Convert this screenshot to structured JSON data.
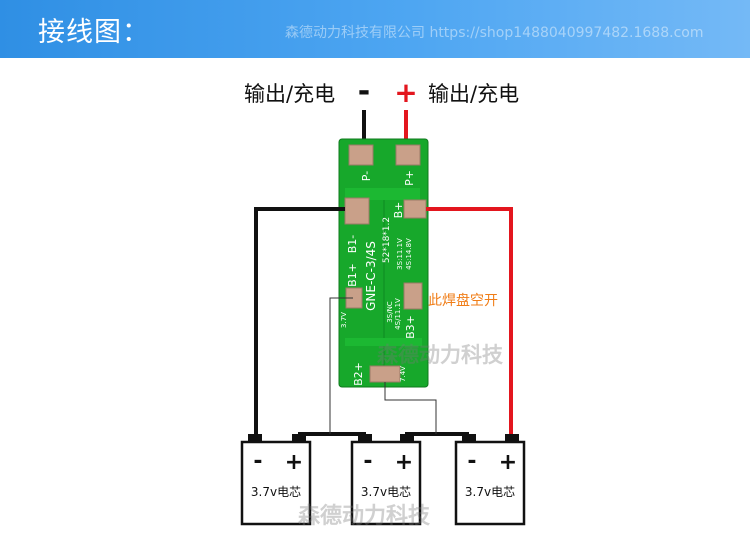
{
  "header": {
    "title": "接线图：",
    "watermark": "森德动力科技有限公司 https://shop1488040997482.1688.com"
  },
  "terminals": {
    "negative_label": "输出/充电",
    "negative_sign": "-",
    "positive_sign": "+",
    "positive_label": "输出/充电"
  },
  "board": {
    "model": "GNE-C-3/4S",
    "size": "52*18*1.2",
    "pad_p_minus": "P-",
    "pad_p_plus": "P+",
    "pad_b_minus": "B1-",
    "pad_b_plus": "B+",
    "pad_b1_plus": "B1+",
    "pad_b2_plus": "B2+",
    "pad_b3_plus": "B3+",
    "spec_3s": "3S:11.1V",
    "spec_4s": "4S:14.8V",
    "note_3s_nc": "3S/NC",
    "note_4s": "4S/11.1V",
    "volt_3v7": "3.7V",
    "volt_7v4": "7.4V"
  },
  "annotation": "此焊盘空开",
  "batteries": [
    {
      "neg": "-",
      "pos": "+",
      "label": "3.7v电芯"
    },
    {
      "neg": "-",
      "pos": "+",
      "label": "3.7v电芯"
    },
    {
      "neg": "-",
      "pos": "+",
      "label": "3.7v电芯"
    }
  ],
  "watermarks": {
    "board": "森德动力科技",
    "bottom": "森德动力科技"
  },
  "colors": {
    "header_blue": "#3b98ea",
    "pcb_green": "#17a82b",
    "pad_color": "#c9a089",
    "wire_red": "#e3161e",
    "wire_black": "#111111",
    "annotation_orange": "#f07d17"
  }
}
